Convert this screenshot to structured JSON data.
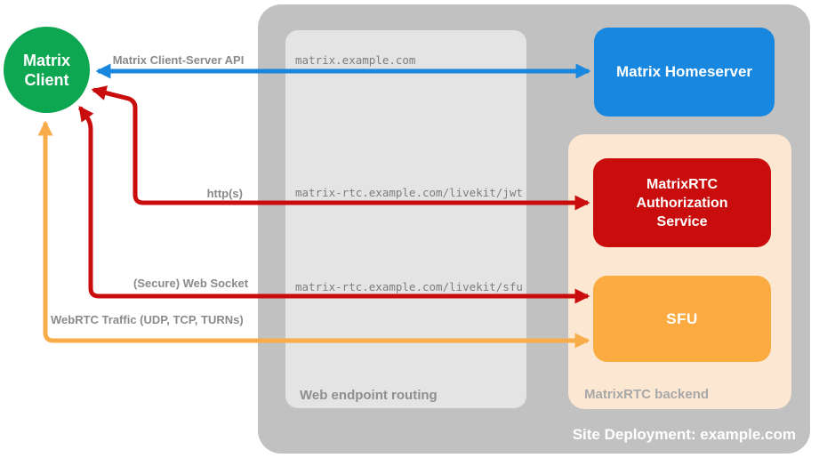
{
  "colors": {
    "green": "#0ca750",
    "blue": "#1887e0",
    "red": "#c90c0c",
    "orange": "#fbab40",
    "orange_arrow": "#f9ad4a",
    "peach": "#fce7d2",
    "gray_outer": "#c1c1c1",
    "gray_inner": "#e4e4e4"
  },
  "nodes": {
    "matrix_client": {
      "label": "Matrix\nClient"
    },
    "matrix_homeserver": {
      "label": "Matrix Homeserver"
    },
    "auth_service": {
      "label": "MatrixRTC\nAuthorization\nService"
    },
    "sfu": {
      "label": "SFU"
    }
  },
  "containers": {
    "site_deployment": {
      "label": "Site Deployment: example.com"
    },
    "web_endpoint_routing": {
      "label": "Web endpoint routing"
    },
    "matrixrtc_backend": {
      "label": "MatrixRTC backend"
    }
  },
  "routes": {
    "homeserver": "matrix.example.com",
    "livekit_jwt": "matrix-rtc.example.com/livekit/jwt",
    "livekit_sfu": "matrix-rtc.example.com/livekit/sfu"
  },
  "arrows": [
    {
      "name": "matrix-client-server-api",
      "label": "Matrix Client-Server API",
      "color": "blue",
      "bidirectional": true
    },
    {
      "name": "https-to-auth",
      "label": "http(s)",
      "color": "red",
      "bidirectional": true
    },
    {
      "name": "secure-web-socket",
      "label": "(Secure) Web Socket",
      "color": "red",
      "bidirectional": true
    },
    {
      "name": "webrtc-traffic",
      "label": "WebRTC Traffic (UDP, TCP, TURNs)",
      "color": "orange",
      "bidirectional": true
    }
  ]
}
